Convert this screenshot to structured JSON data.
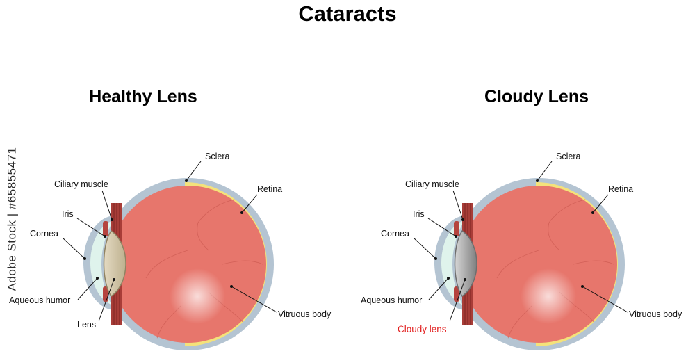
{
  "title": "Cataracts",
  "panels": [
    {
      "heading": "Healthy Lens",
      "lens_fill": "#cfc2a3",
      "lens_stroke": "#8f8262",
      "labels": {
        "sclera": "Sclera",
        "retina": "Retina",
        "ciliary": "Ciliary muscle",
        "iris": "Iris",
        "cornea": "Cornea",
        "aqueous": "Aqueous humor",
        "lens": "Lens",
        "vitreous": "Vitruous body"
      }
    },
    {
      "heading": "Cloudy Lens",
      "lens_fill": "#a0a0a0",
      "lens_stroke": "#6e6e6e",
      "labels": {
        "sclera": "Sclera",
        "retina": "Retina",
        "ciliary": "Ciliary muscle",
        "iris": "Iris",
        "cornea": "Cornea",
        "aqueous": "Aqueous humor",
        "lens": "Cloudy lens",
        "vitreous": "Vitruous body"
      }
    }
  ],
  "colors": {
    "sclera": "#b4c4d2",
    "retina": "#f4e27a",
    "vitreous": "#e7766c",
    "ciliary": "#a83d38",
    "cornea": "#dff3ec",
    "highlight_label": "#e21f1f"
  },
  "watermark": "Adobe Stock | #65855471"
}
